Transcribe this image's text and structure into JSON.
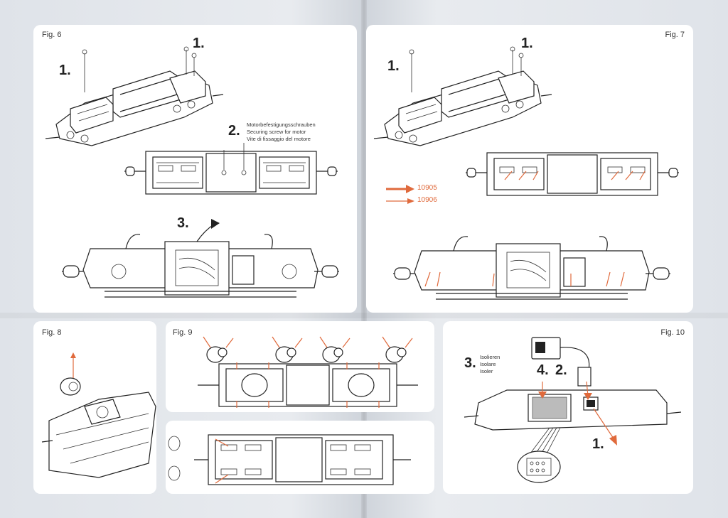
{
  "figures": {
    "fig6": {
      "label": "Fig. 6",
      "steps": [
        "1.",
        "1.",
        "2.",
        "3."
      ],
      "motor_screw_text": [
        "Motorbefestigungsschrauben",
        "Securing screw for motor",
        "Vite di fissaggio del motore"
      ]
    },
    "fig7": {
      "label": "Fig. 7",
      "steps": [
        "1.",
        "1."
      ],
      "legend": [
        {
          "code": "10905",
          "arrow": "thick"
        },
        {
          "code": "10906",
          "arrow": "thin"
        }
      ]
    },
    "fig8": {
      "label": "Fig. 8"
    },
    "fig9": {
      "label": "Fig. 9"
    },
    "fig10": {
      "label": "Fig. 10",
      "steps": [
        "3.",
        "4.",
        "2.",
        "1."
      ],
      "isolate_text": [
        "Isolieren",
        "Isolare",
        "Isoler"
      ],
      "marker": "*"
    }
  },
  "colors": {
    "accent": "#e06a3c",
    "line": "#222222",
    "panel": "#ffffff",
    "background": "#dfe3e9"
  }
}
